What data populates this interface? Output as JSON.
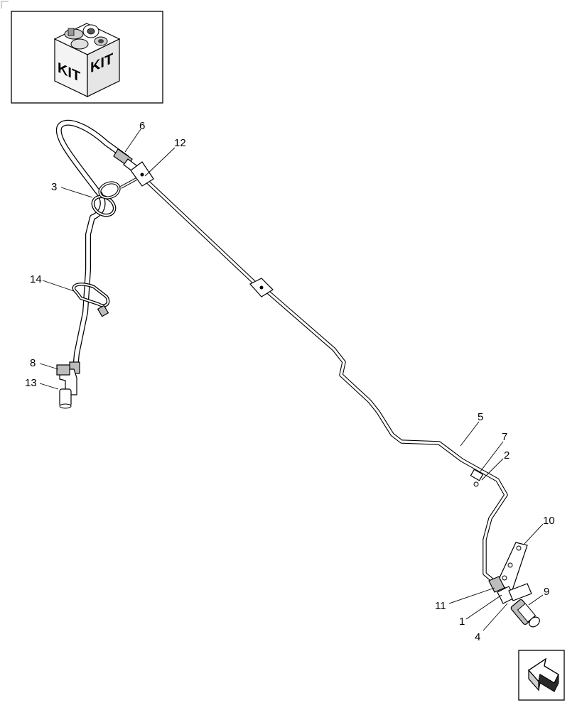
{
  "kit_box": {
    "labels": [
      "KIT",
      "KIT"
    ]
  },
  "callouts": {
    "c1": "1",
    "c2": "2",
    "c3": "3",
    "c4": "4",
    "c5": "5",
    "c6": "6",
    "c7": "7",
    "c8": "8",
    "c9": "9",
    "c10": "10",
    "c11": "11",
    "c12": "12",
    "c13": "13",
    "c14": "14"
  },
  "nav_icon": "next-page-arrow-icon"
}
